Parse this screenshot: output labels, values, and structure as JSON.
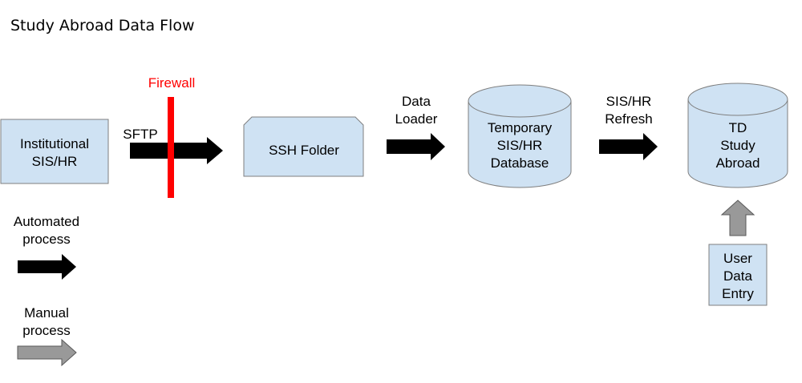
{
  "title": "Study Abroad Data Flow",
  "colors": {
    "node_fill": "#cfe2f3",
    "node_stroke": "#7f7f7f",
    "automated_arrow": "#000000",
    "manual_arrow": "#999999",
    "firewall": "#ff0000"
  },
  "nodes": {
    "institutional": {
      "lines": [
        "Institutional",
        "SIS/HR"
      ]
    },
    "ssh_folder": {
      "label": "SSH Folder"
    },
    "temp_db": {
      "lines": [
        "Temporary",
        "SIS/HR",
        "Database"
      ]
    },
    "td_study_abroad": {
      "lines": [
        "TD",
        "Study",
        "Abroad"
      ]
    },
    "user_entry": {
      "lines": [
        "User",
        "Data",
        "Entry"
      ]
    }
  },
  "edges": {
    "sftp": {
      "label": "SFTP"
    },
    "firewall": {
      "label": "Firewall"
    },
    "data_loader": {
      "lines": [
        "Data",
        "Loader"
      ]
    },
    "refresh": {
      "lines": [
        "SIS/HR",
        "Refresh"
      ]
    }
  },
  "legend": {
    "automated": {
      "lines": [
        "Automated",
        "process"
      ]
    },
    "manual": {
      "lines": [
        "Manual",
        "process"
      ]
    }
  }
}
